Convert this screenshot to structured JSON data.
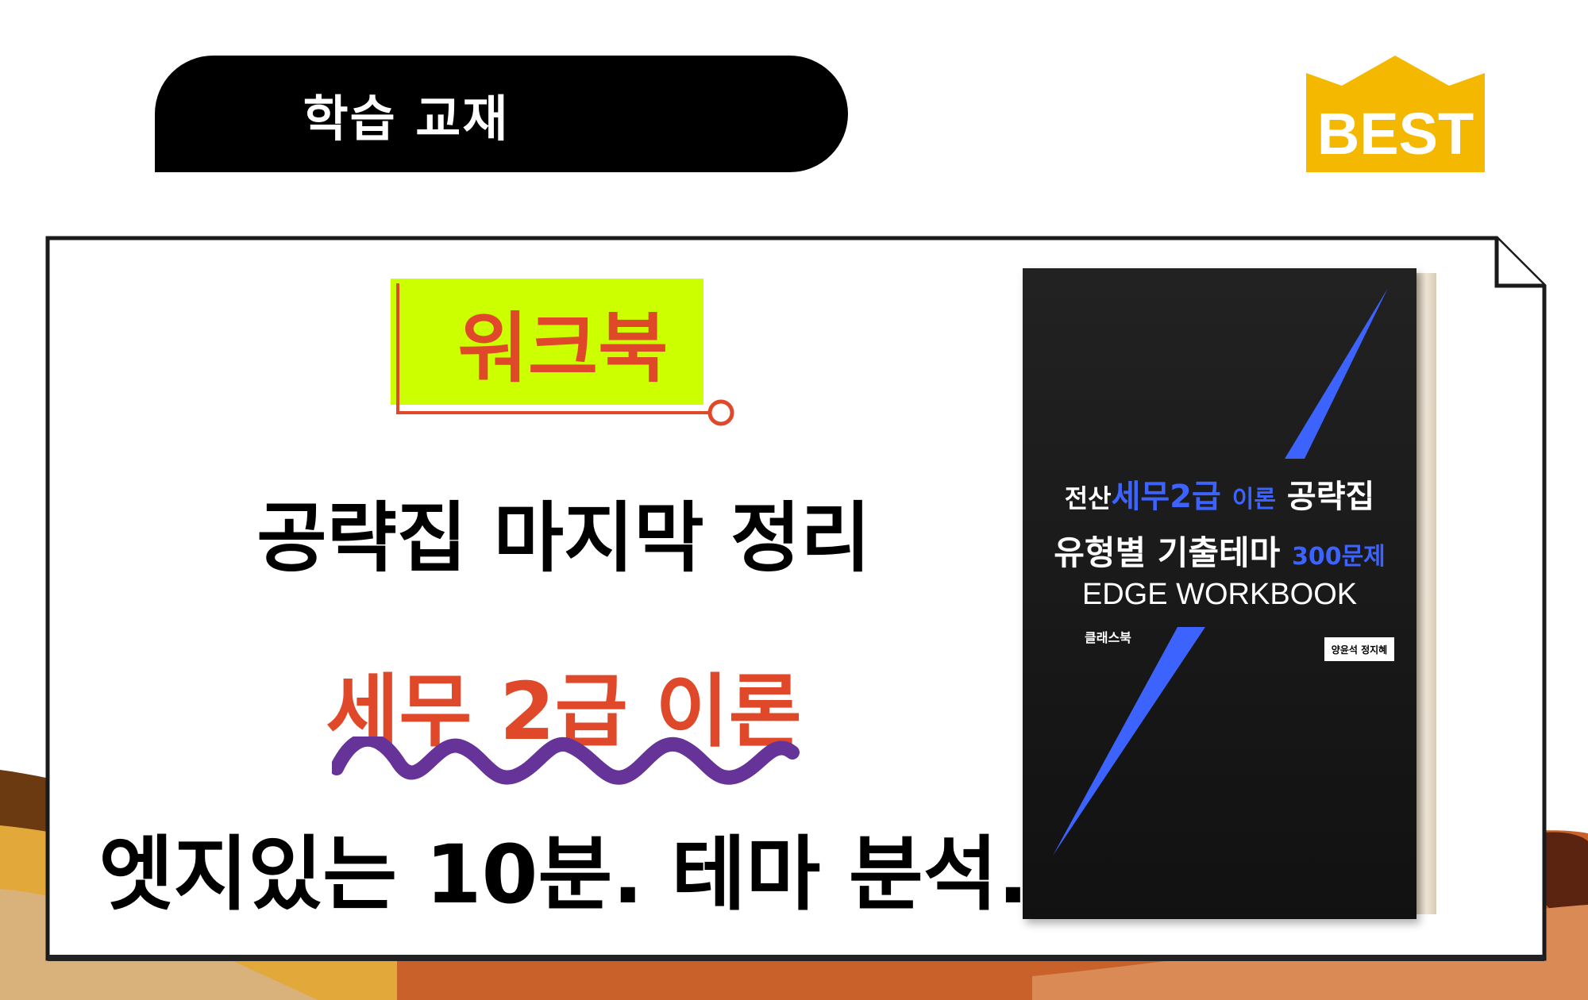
{
  "header": {
    "category_label": "학습 교재",
    "badge": "BEST"
  },
  "main": {
    "highlight_title": "워크북",
    "line1": "공략집 마지막 정리",
    "line2": "세무 2급 이론",
    "line3": "엣지있는 10분. 테마 분석."
  },
  "book": {
    "title_prefix": "전산",
    "title_accent": "세무2급",
    "title_small": "이론",
    "title_suffix": "공략집",
    "subtitle": "유형별 기출테마",
    "subtitle_accent": "300문제",
    "series": "EDGE WORKBOOK",
    "publisher": "클래스북",
    "authors": "양윤석 정지혜"
  },
  "colors": {
    "accent_orange": "#e0482a",
    "highlight": "#ccff00",
    "purple": "#663399",
    "badge": "#f5b800",
    "book_blue": "#3d63ff"
  }
}
